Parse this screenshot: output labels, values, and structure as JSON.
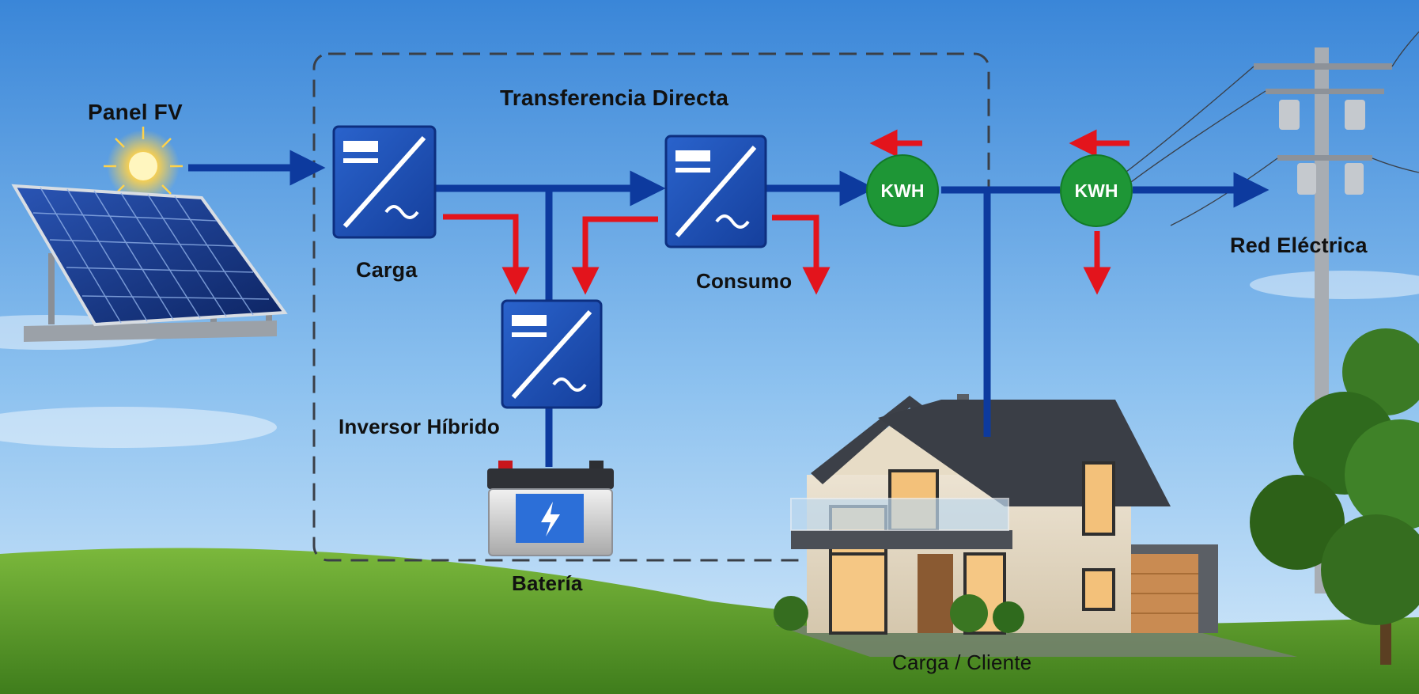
{
  "labels": {
    "panel": "Panel FV",
    "section": "Transferencia Directa",
    "charge": "Carga",
    "consumption": "Consumo",
    "hybrid_inverter": "Inversor Híbrido",
    "battery": "Batería",
    "grid": "Red Eléctrica",
    "client": "Carga / Cliente"
  },
  "meters": {
    "meter_1": "KWH",
    "meter_2": "KWH"
  },
  "colors": {
    "flow_blue": "#0d3a9e",
    "flow_red": "#e3141c",
    "meter_green": "#1e9636",
    "inverter_blue": "#1e4fb5",
    "sky_top": "#3e8fdc",
    "grass": "#5c9a2c"
  },
  "icons": {
    "sun": "sun-icon",
    "solar_panel": "solar-panel-icon",
    "inverter": "inverter-icon",
    "battery": "battery-icon",
    "lightning": "lightning-icon",
    "house": "house-icon",
    "utility_pole": "utility-pole-icon",
    "tree": "tree-icon"
  }
}
